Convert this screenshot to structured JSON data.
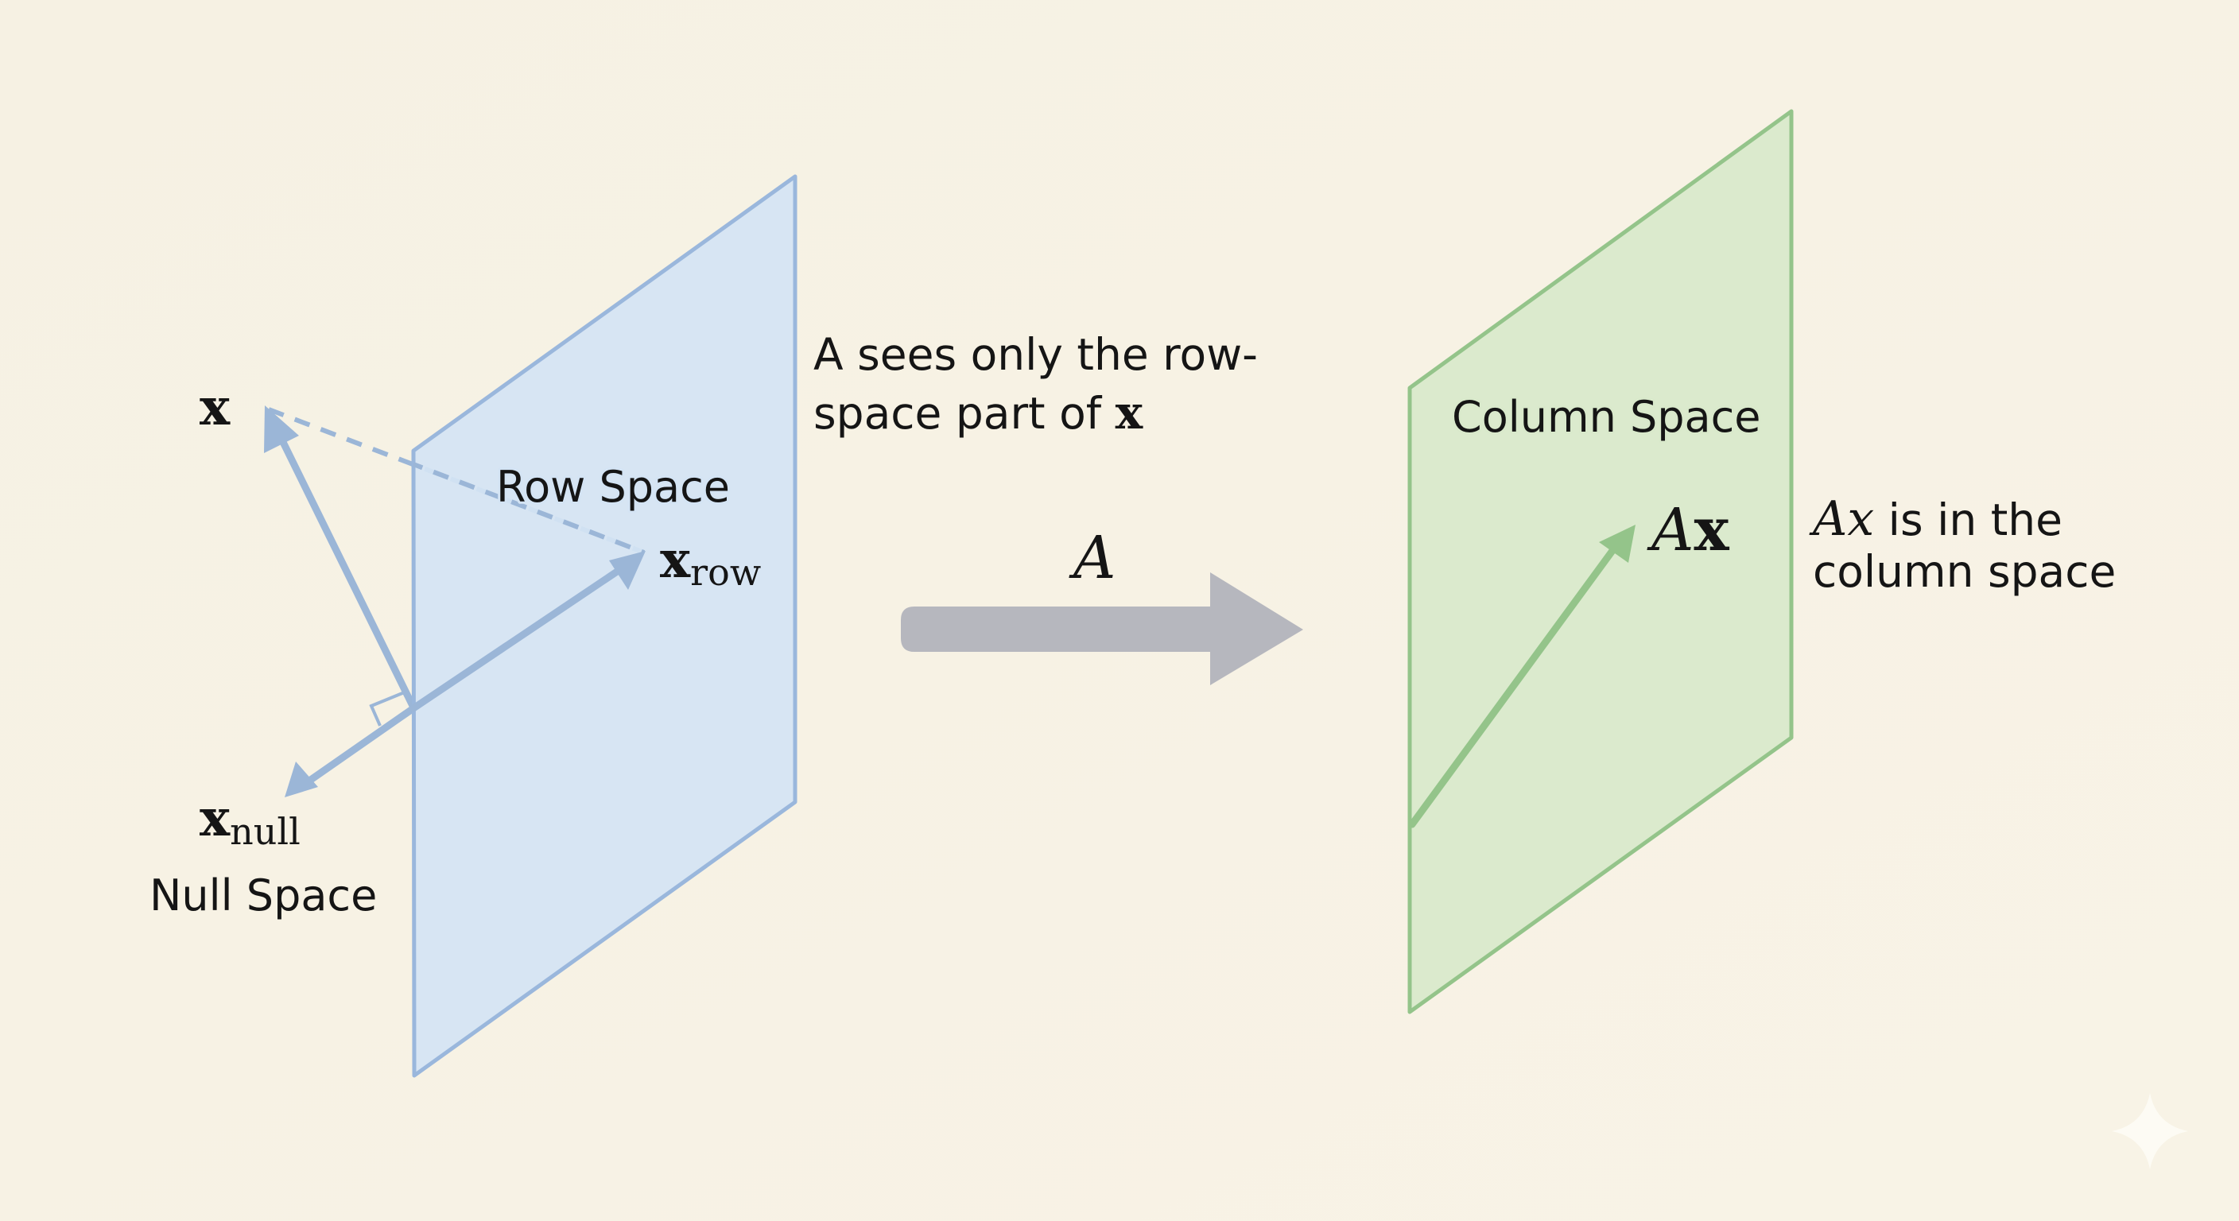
{
  "colors": {
    "background": "#f7f2e4",
    "row_plane_fill": "#d4e4f4",
    "row_plane_edge": "#9ab7dc",
    "vector_blue": "#9bb6d7",
    "col_plane_fill": "#d9e9cb",
    "col_plane_edge": "#94c48a",
    "vector_green": "#94c48a",
    "transform_arrow": "#b6b7be",
    "text": "#151515"
  },
  "left": {
    "plane_label": "Row Space",
    "x_label": "x",
    "x_row_base": "x",
    "x_row_sub": "row",
    "x_null_base": "x",
    "x_null_sub": "null",
    "null_space_label": "Null Space"
  },
  "annotation_left": {
    "line1": "A sees only the row-",
    "line2_text": "space part of ",
    "line2_math": "x"
  },
  "transform": {
    "label": "A"
  },
  "right": {
    "plane_label": "Column Space",
    "ax_A": "A",
    "ax_x": "x"
  },
  "annotation_right": {
    "line1_math_A": "A",
    "line1_math_x": "x",
    "line1_text": " is in the",
    "line2": "column space"
  },
  "watermark": {
    "icon": "sparkle-icon"
  }
}
